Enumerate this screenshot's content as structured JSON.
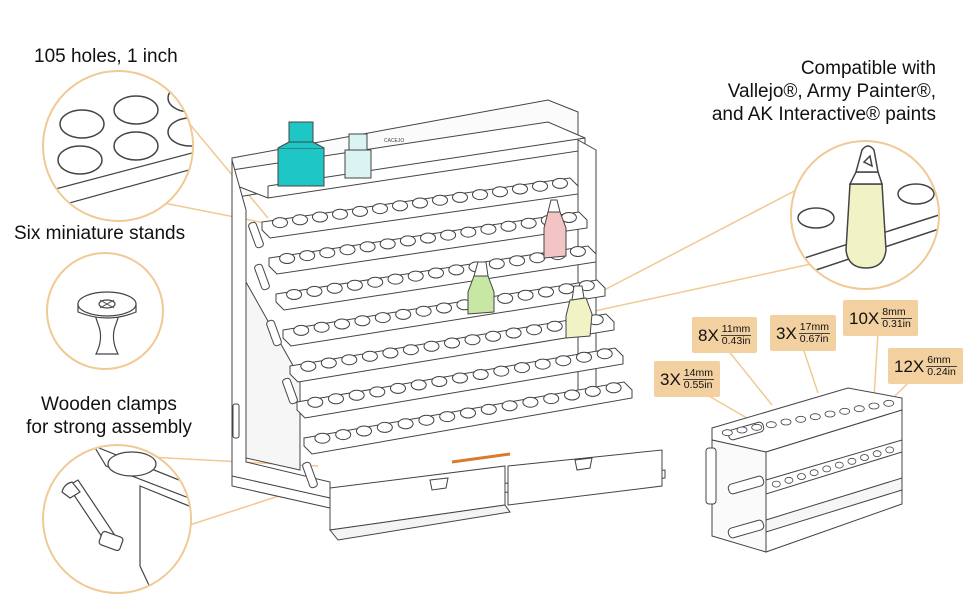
{
  "brand_print": "CACEJO",
  "features": {
    "holes": "105 holes, 1 inch",
    "stands": "Six miniature stands",
    "clamps_line1": "Wooden clamps",
    "clamps_line2": "for strong assembly",
    "compat_line1": "Compatible with",
    "compat_line2": "Vallejo®, Army Painter®,",
    "compat_line3": "and AK Interactive® paints"
  },
  "holder_tags": [
    {
      "count": "8X",
      "mm": "11mm",
      "in": "0.43in"
    },
    {
      "count": "3X",
      "mm": "17mm",
      "in": "0.67in"
    },
    {
      "count": "10X",
      "mm": "8mm",
      "in": "0.31in"
    },
    {
      "count": "3X",
      "mm": "14mm",
      "in": "0.55in"
    },
    {
      "count": "12X",
      "mm": "6mm",
      "in": "0.24in"
    }
  ],
  "colors": {
    "accent": "#f0c994",
    "tag_bg": "#f2d0a0",
    "outline": "#444444",
    "teal_bottle": "#1fc6c6",
    "light_bottle": "#d9f4f2",
    "pink_bottle": "#f2c4c4",
    "green_bottle": "#c8e6a4",
    "cream_bottle": "#f1f3c6",
    "drawer_handle": "#d97a2c"
  }
}
